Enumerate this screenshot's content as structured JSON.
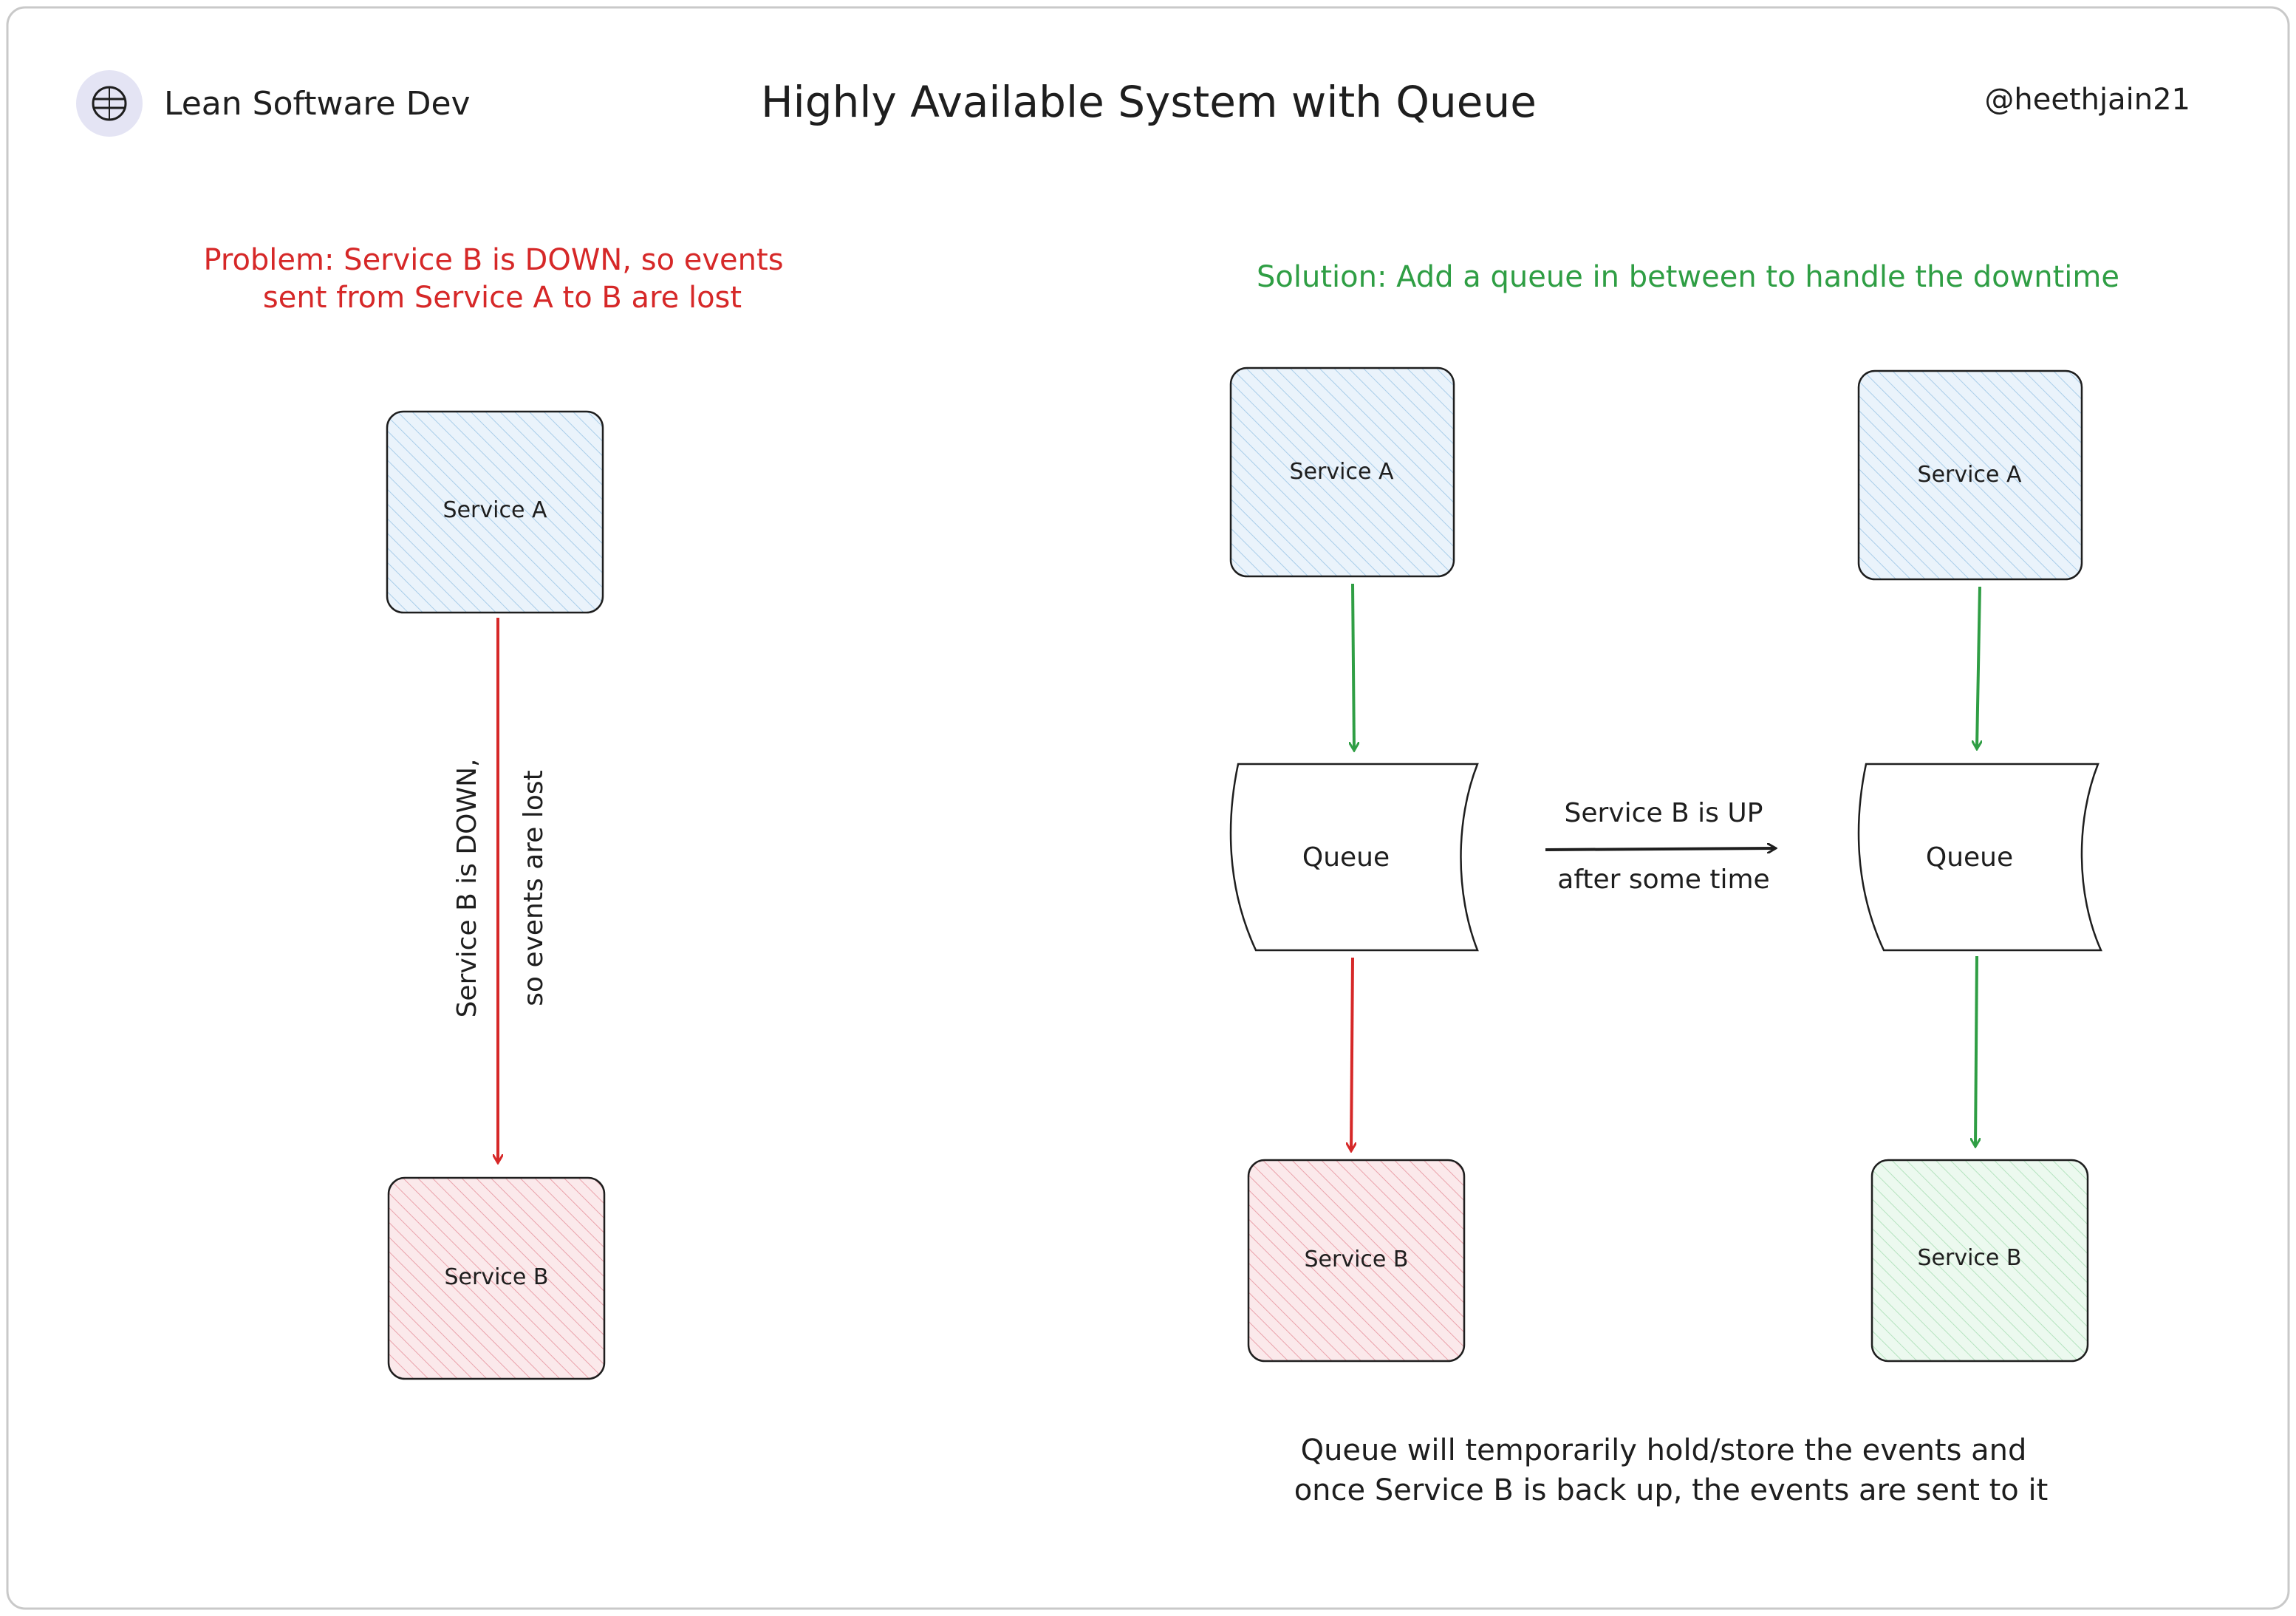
{
  "header": {
    "brand": "Lean Software Dev",
    "title": "Highly Available System with Queue",
    "handle": "@heethjain21"
  },
  "problem": {
    "caption_line1": "Problem: Service B is DOWN, so events",
    "caption_line2": "sent from Service A to B are lost",
    "service_a": "Service A",
    "service_b": "Service B",
    "arrow_label_line1": "Service B is DOWN,",
    "arrow_label_line2": "so events are lost"
  },
  "solution": {
    "caption": "Solution: Add a queue in between to handle the downtime",
    "left": {
      "service_a": "Service A",
      "queue": "Queue",
      "service_b": "Service B"
    },
    "right": {
      "service_a": "Service A",
      "queue": "Queue",
      "service_b": "Service B"
    },
    "transition_label_top": "Service B is UP",
    "transition_label_bottom": "after some time",
    "note_line1": "Queue will temporarily hold/store the events and",
    "note_line2": "once Service B is back up, the events are sent to it"
  },
  "colors": {
    "red": "#d62828",
    "green": "#2f9e44",
    "blue_fill": "#dbeaf6",
    "red_fill": "#f7d5d8",
    "green_fill": "#d8f3dc",
    "ink": "#1e1e1e",
    "logo_bg": "#e4e4f4"
  }
}
